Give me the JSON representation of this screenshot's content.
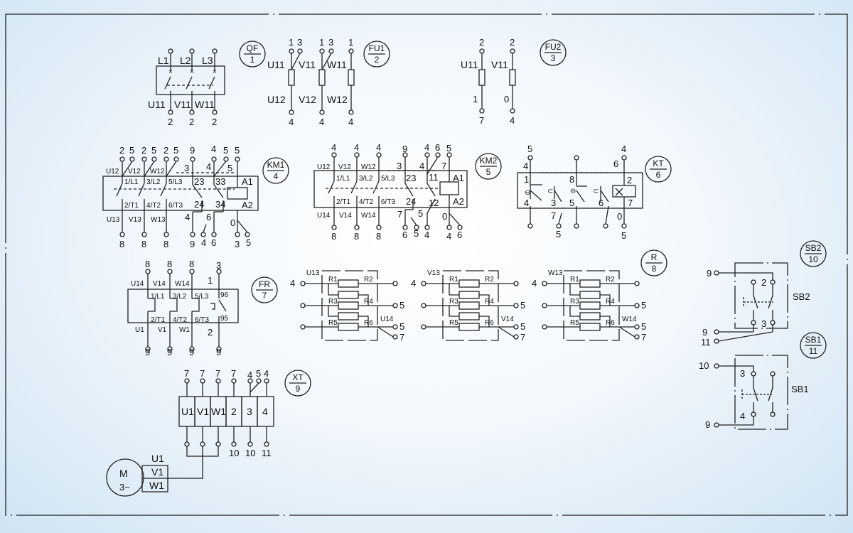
{
  "qf": {
    "tag": "QF",
    "num": "1",
    "top": [
      "L1",
      "L2",
      "L3"
    ],
    "bot": [
      "U11",
      "V11",
      "W11"
    ],
    "botnums": [
      "2",
      "2",
      "2"
    ]
  },
  "fu1": {
    "tag": "FU1",
    "num": "2",
    "topnums": [
      "1",
      "3",
      "1",
      "3",
      "1"
    ],
    "top": [
      "U11",
      "V11",
      "W11"
    ],
    "bot": [
      "U12",
      "V12",
      "W12"
    ],
    "botnums": [
      "4",
      "4",
      "4"
    ]
  },
  "fu2": {
    "tag": "FU2",
    "num": "3",
    "topnums": [
      "2",
      "2"
    ],
    "top": [
      "U11",
      "V11"
    ],
    "bot": [
      "1",
      "0"
    ],
    "botnums": [
      "7",
      "4"
    ]
  },
  "km1": {
    "tag": "KM1",
    "num": "4",
    "topnums": [
      "2",
      "5",
      "2",
      "5",
      "2",
      "5",
      "9",
      "4",
      "5",
      "5"
    ],
    "phases": [
      "U12",
      "V12",
      "W12"
    ],
    "poles": [
      "1/L1",
      "3/L2",
      "5/L3"
    ],
    "outs": [
      "2/T1",
      "4/T2",
      "6/T3"
    ],
    "aux": [
      "3",
      "4",
      "5",
      "23",
      "33",
      "24",
      "34",
      "4",
      "6",
      "0"
    ],
    "coil": [
      "A1",
      "A2"
    ],
    "bot": [
      "U13",
      "V13",
      "W13"
    ],
    "botnums": [
      "8",
      "8",
      "8",
      "9",
      "4",
      "6",
      "3",
      "5"
    ]
  },
  "km2": {
    "tag": "KM2",
    "num": "5",
    "topnums": [
      "4",
      "4",
      "4",
      "9",
      "4",
      "6",
      "5"
    ],
    "phases": [
      "U12",
      "V12",
      "W12"
    ],
    "poles": [
      "1/L1",
      "3/L2",
      "5/L3"
    ],
    "outs": [
      "2/T1",
      "4/T2",
      "6/T3"
    ],
    "aux": [
      "3",
      "4",
      "7",
      "23",
      "11",
      "24",
      "12",
      "7",
      "5",
      "0"
    ],
    "coil": [
      "A1",
      "A2"
    ],
    "bot": [
      "U14",
      "V14",
      "W14"
    ],
    "botnums": [
      "8",
      "8",
      "8",
      "6",
      "5",
      "4",
      "4",
      "6"
    ]
  },
  "kt": {
    "tag": "KT",
    "num": "6",
    "labels": [
      "5",
      "4",
      "1",
      "4",
      "3",
      "7",
      "8",
      "5",
      "6",
      "6",
      "2",
      "7",
      "0",
      "5",
      "4",
      "5"
    ]
  },
  "fr": {
    "tag": "FR",
    "num": "7",
    "topnums": [
      "8",
      "8",
      "8",
      "3"
    ],
    "phases": [
      "U14",
      "V14",
      "W14"
    ],
    "poles": [
      "1/L1",
      "3/L2",
      "5/L3"
    ],
    "outs": [
      "2/T1",
      "4/T2",
      "6/T3"
    ],
    "aux": [
      "1",
      "96",
      "95",
      "2"
    ],
    "bot": [
      "U1",
      "V1",
      "W1"
    ],
    "botnums": [
      "9",
      "9",
      "9",
      "9"
    ]
  },
  "r": {
    "tag": "R",
    "num": "8",
    "groups": [
      {
        "phase": "U13",
        "out": "U14",
        "left": [
          "4",
          "5"
        ],
        "right": [
          "5",
          "7"
        ]
      },
      {
        "phase": "V13",
        "out": "V14",
        "left": [
          "4",
          "5"
        ],
        "right": [
          "5",
          "7"
        ]
      },
      {
        "phase": "W13",
        "out": "W14",
        "left": [
          "4",
          "5"
        ],
        "right": [
          "5",
          "7"
        ]
      }
    ],
    "res": [
      "R1",
      "R2",
      "R3",
      "R4",
      "R5",
      "R6"
    ],
    "leftpins": [
      "4",
      "5",
      "5",
      "7"
    ]
  },
  "xt": {
    "tag": "XT",
    "num": "9",
    "topnums": [
      "7",
      "7",
      "7",
      "7",
      "4",
      "5",
      "4"
    ],
    "cells": [
      "U1",
      "V1",
      "W1",
      "2",
      "3",
      "4"
    ],
    "botnums": [
      "10",
      "10",
      "11"
    ]
  },
  "motor": {
    "label": "M",
    "sub": "3~",
    "phases": [
      "U1",
      "V1",
      "W1"
    ]
  },
  "sb2": {
    "tag": "SB2",
    "num": "10",
    "name": "SB2",
    "pins": [
      "9",
      "2",
      "3",
      "9",
      "11"
    ]
  },
  "sb1": {
    "tag": "SB1",
    "num": "11",
    "name": "SB1",
    "pins": [
      "10",
      "3",
      "4",
      "9"
    ]
  }
}
